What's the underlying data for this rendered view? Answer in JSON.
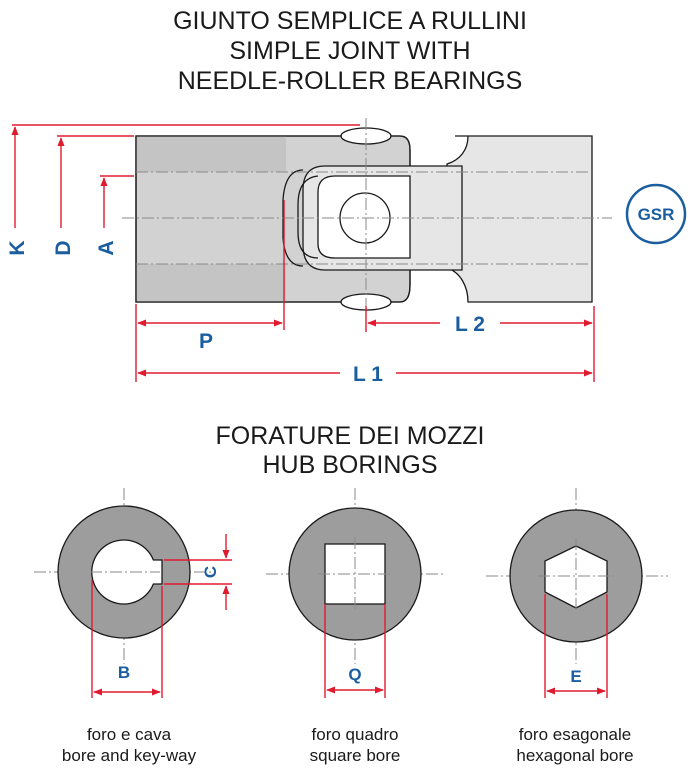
{
  "title": {
    "line1": "GIUNTO SEMPLICE A RULLINI",
    "line2": "SIMPLE JOINT WITH",
    "line3": "NEEDLE-ROLLER BEARINGS"
  },
  "badge": "GSR",
  "dimensions": {
    "K": "K",
    "D": "D",
    "A": "A",
    "P": "P",
    "L1": "L 1",
    "L2": "L 2"
  },
  "subtitle": {
    "line1": "FORATURE DEI MOZZI",
    "line2": "HUB BORINGS"
  },
  "borings": [
    {
      "dim_b": "B",
      "dim_c": "C",
      "caption_it": "foro e cava",
      "caption_en": "bore and key-way"
    },
    {
      "dim": "Q",
      "caption_it": "foro quadro",
      "caption_en": "square bore"
    },
    {
      "dim": "E",
      "caption_it": "foro esagonale",
      "caption_en": "hexagonal bore"
    }
  ],
  "colors": {
    "dimension_lines": "#e01b2f",
    "dimension_labels": "#1a5ea0",
    "hub_fill": "#9d9d9d",
    "body_fill": "#d2d2d2"
  }
}
